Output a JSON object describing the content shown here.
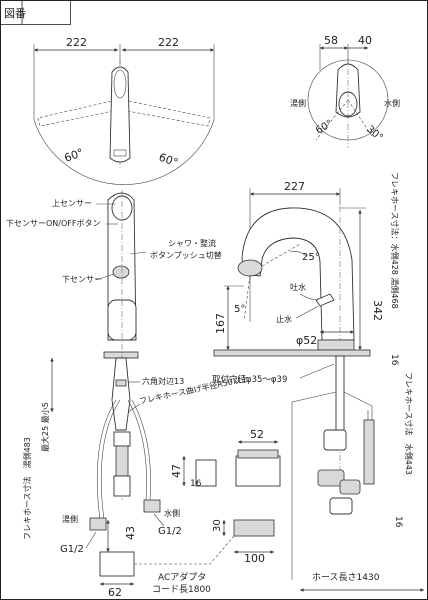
{
  "header": {
    "drawing_no_label": "図番"
  },
  "top_view": {
    "left_reach": "222",
    "right_reach": "222",
    "left_angle": "60°",
    "right_angle": "60°"
  },
  "handle_view": {
    "dim_width": "58",
    "dim_depth": "40",
    "hot_side": "湯側",
    "cold_side": "水側",
    "hot_angle": "60°",
    "cold_angle": "30°"
  },
  "side_view": {
    "reach": "227",
    "spout_angle": "25°",
    "tilt_angle": "5°",
    "height": "342",
    "tip_height": "167",
    "base_diameter": "φ52",
    "mount_hole": "取付穴径φ35～φ39",
    "discharge": "吐水",
    "stop": "止水",
    "hose_top": "フレキホース寸法：水側428 湯側468",
    "hose_bottom": "フレキホース寸法　水側443",
    "hose_length": "ホース長さ1430",
    "dim_16_top": "16",
    "dim_16_bottom": "16"
  },
  "front_view": {
    "top_sensor": "上センサー",
    "sensor_button": "下センサーON/OFFボタン",
    "bottom_sensor": "下センサー",
    "shower_switch": "シャワ・整流",
    "shower_switch_2": "ボタンプッシュ切替",
    "hex_width": "六角対辺13",
    "hose_bend": "フレキホース曲げ半径R50以上",
    "max_thickness": "最大25",
    "hose_left": "フレキホース寸法　湯側483",
    "thickness_5": "最大25 最小5",
    "hot_side": "湯側",
    "cold_side": "水側",
    "thread_left": "G1/2",
    "thread_right": "G1/2"
  },
  "valve_box": {
    "width": "52",
    "height": "47",
    "depth": "16"
  },
  "control_box": {
    "dim_30": "30",
    "dim_100": "100"
  },
  "adapter": {
    "dim_43": "43",
    "dim_62": "62",
    "label": "ACアダプタ",
    "cord": "コード長1800"
  }
}
